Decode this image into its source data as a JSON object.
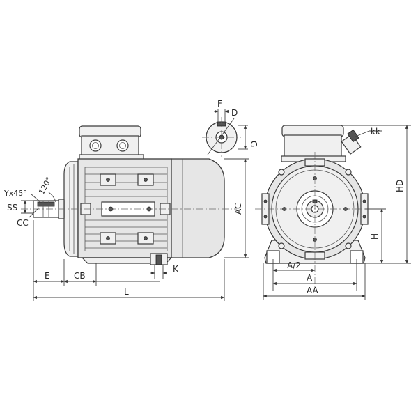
{
  "labels": {
    "F": "F",
    "D": "D",
    "G": "G",
    "kk": "kk",
    "HD": "HD",
    "AC": "AC",
    "H": "H",
    "Yx45": "Yx45°",
    "angle120": "120°",
    "SS": "SS",
    "CC": "CC",
    "E": "E",
    "CB": "CB",
    "K": "K",
    "L": "L",
    "A_half": "A/2",
    "A": "A",
    "AA": "AA"
  }
}
